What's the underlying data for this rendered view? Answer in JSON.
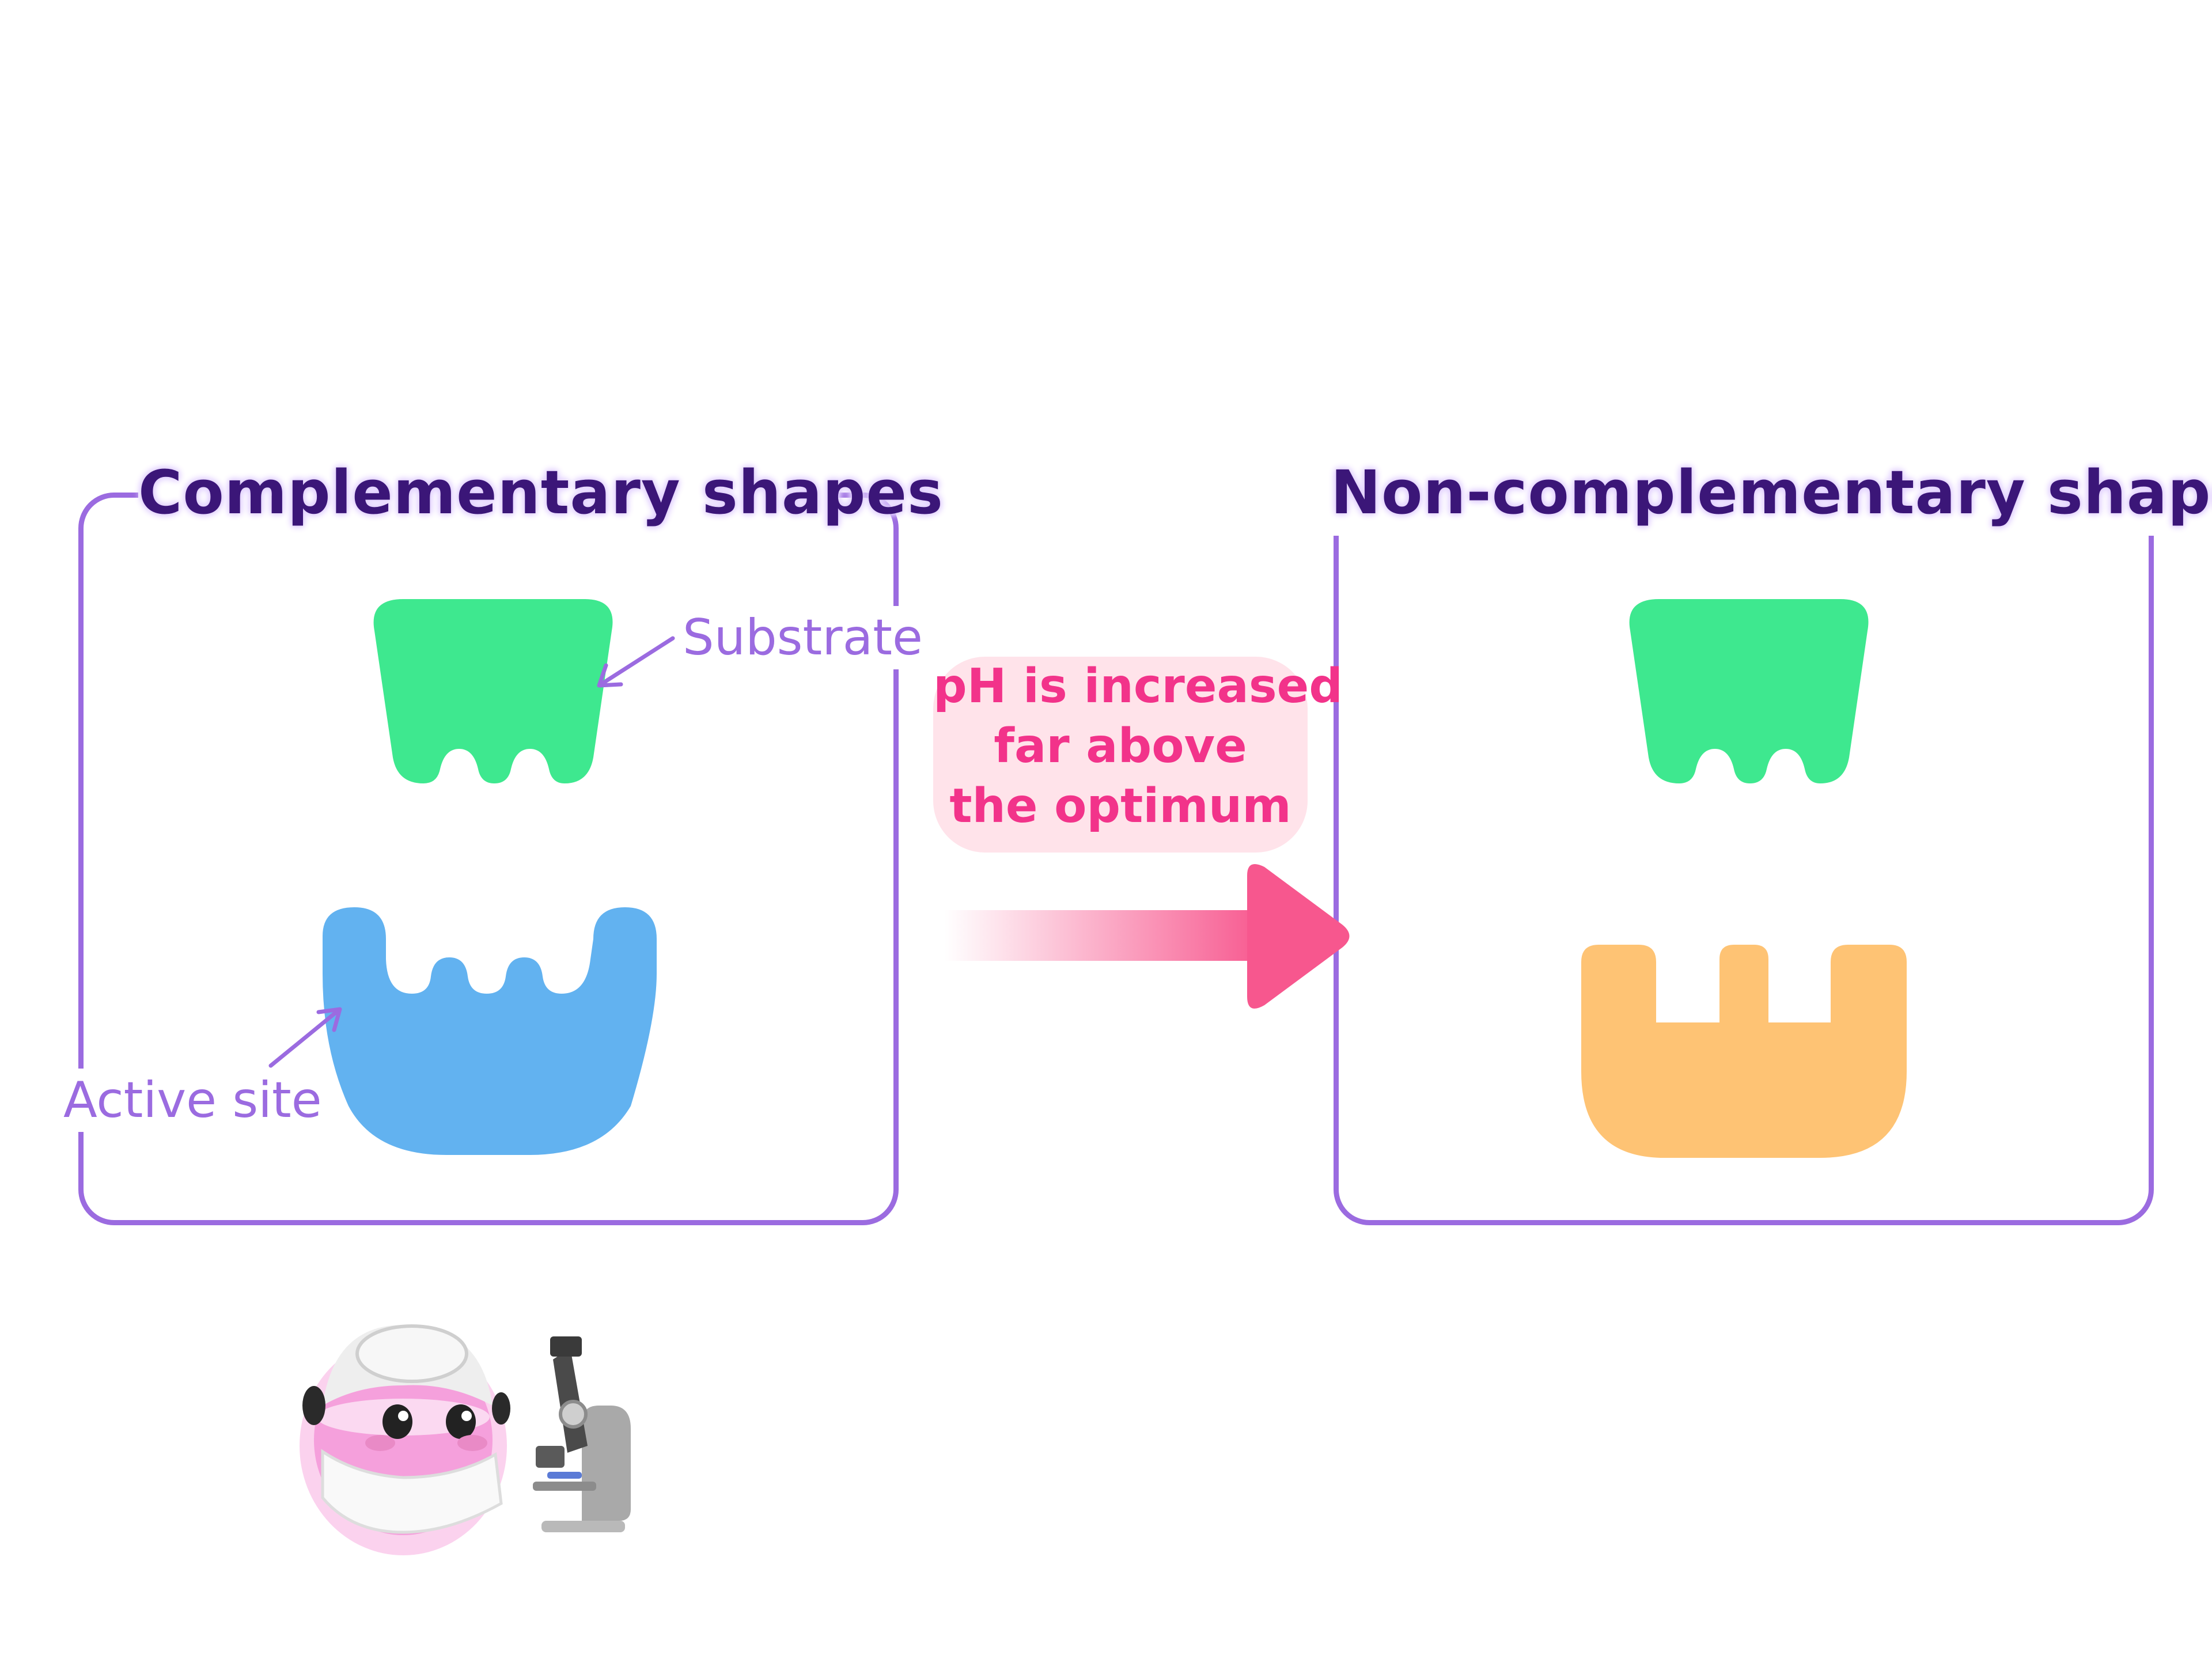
{
  "panels": {
    "left": {
      "title": "Complementary shapes"
    },
    "right": {
      "title": "Non-complementary shapes"
    }
  },
  "labels": {
    "substrate": "Substrate",
    "active_site": "Active site"
  },
  "arrow_callout": {
    "lines": [
      "pH is increased",
      "far above",
      "the optimum"
    ]
  },
  "colors": {
    "panel_border": "#9b6be0",
    "title_text": "#3b1678",
    "label_text": "#9b6be0",
    "substrate": "#3ee88f",
    "enzyme_active": "#62b2f0",
    "enzyme_denatured": "#fec374",
    "callout_text": "#f2338a",
    "arrow": "#f7578e"
  },
  "icons": {
    "mascot": "scientist-mascot-icon",
    "microscope": "microscope-icon"
  }
}
